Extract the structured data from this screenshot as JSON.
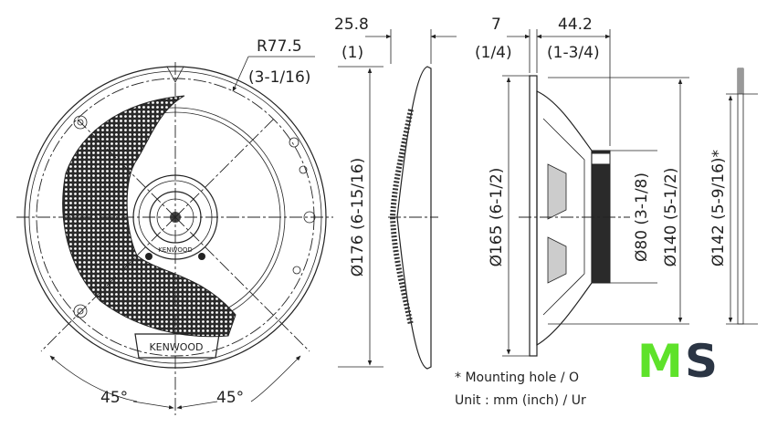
{
  "front_view": {
    "radius_label": "R77.5",
    "radius_label_inch": "(3-1/16)",
    "angle_left": "45°",
    "angle_right": "45°",
    "brand_grille": "KENWOOD",
    "brand_tweeter": "KENWOOD",
    "diameter_label": "Ø176 (6-15/16)"
  },
  "grille_side_view": {
    "depth_label": "25.8",
    "depth_label_inch": "(1)"
  },
  "speaker_side_view": {
    "flange_label": "7",
    "flange_label_inch": "(1/4)",
    "depth_label": "44.2",
    "depth_label_inch": "(1-3/4)",
    "diameter_165": "Ø165 (6-1/2)",
    "diameter_80": "Ø80 (3-1/8)",
    "diameter_140": "Ø140 (5-1/2)"
  },
  "mounting_hole": {
    "diameter_142": "Ø142 (5-9/16)*"
  },
  "notes": {
    "mounting_note": "* Mounting hole / O",
    "unit_note": "Unit : mm (inch) / Ur"
  },
  "logo": {
    "text_m": "M",
    "text_s": "S",
    "color_m": "#5ee22a",
    "color_s": "#2b3544"
  }
}
